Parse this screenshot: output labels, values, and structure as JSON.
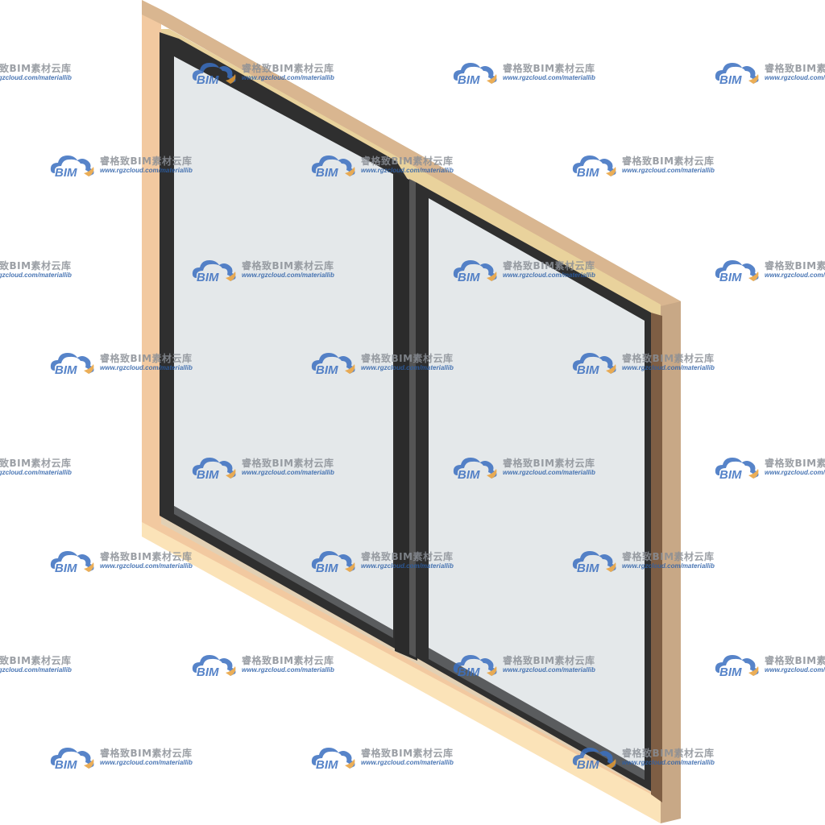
{
  "watermark": {
    "logo_text": "BIM",
    "brand_cn": "睿格致BIM素材云库",
    "url": "www.rgzcloud.com/materiallib",
    "logo_color": "#3a6fc0",
    "accent_color": "#e8a03a"
  },
  "window": {
    "panes": 2,
    "frame_color": "#f2c9a0",
    "frame_side_color": "#c8a886",
    "sash_color": "#333333",
    "glass_color": "#e4e8ea"
  }
}
